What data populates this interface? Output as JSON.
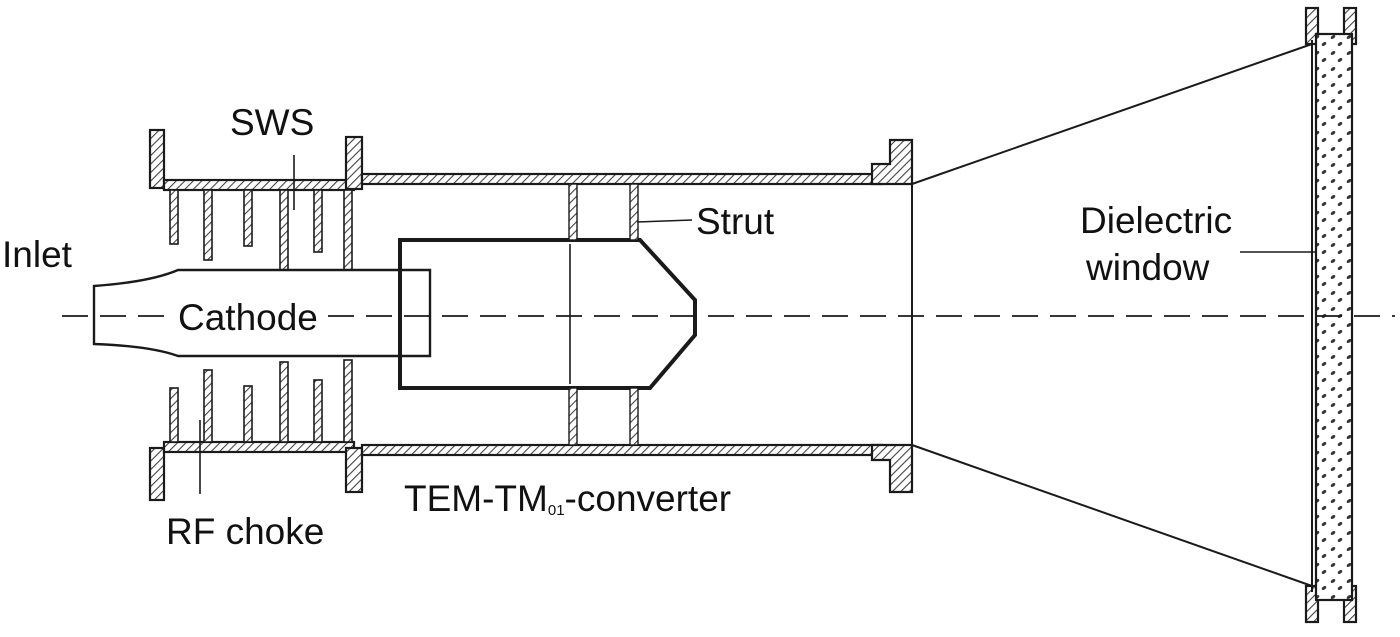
{
  "labels": {
    "sws": "SWS",
    "inlet": "Inlet",
    "cathode": "Cathode",
    "strut": "Strut",
    "dielectric_line1": "Dielectric",
    "dielectric_line2": "window",
    "rf_choke": "RF choke",
    "converter_main": "TEM-TM",
    "converter_sub": "01",
    "converter_suffix": "-converter"
  },
  "colors": {
    "line": "#1a1a1a",
    "hatch": "#444444",
    "background": "#ffffff"
  }
}
